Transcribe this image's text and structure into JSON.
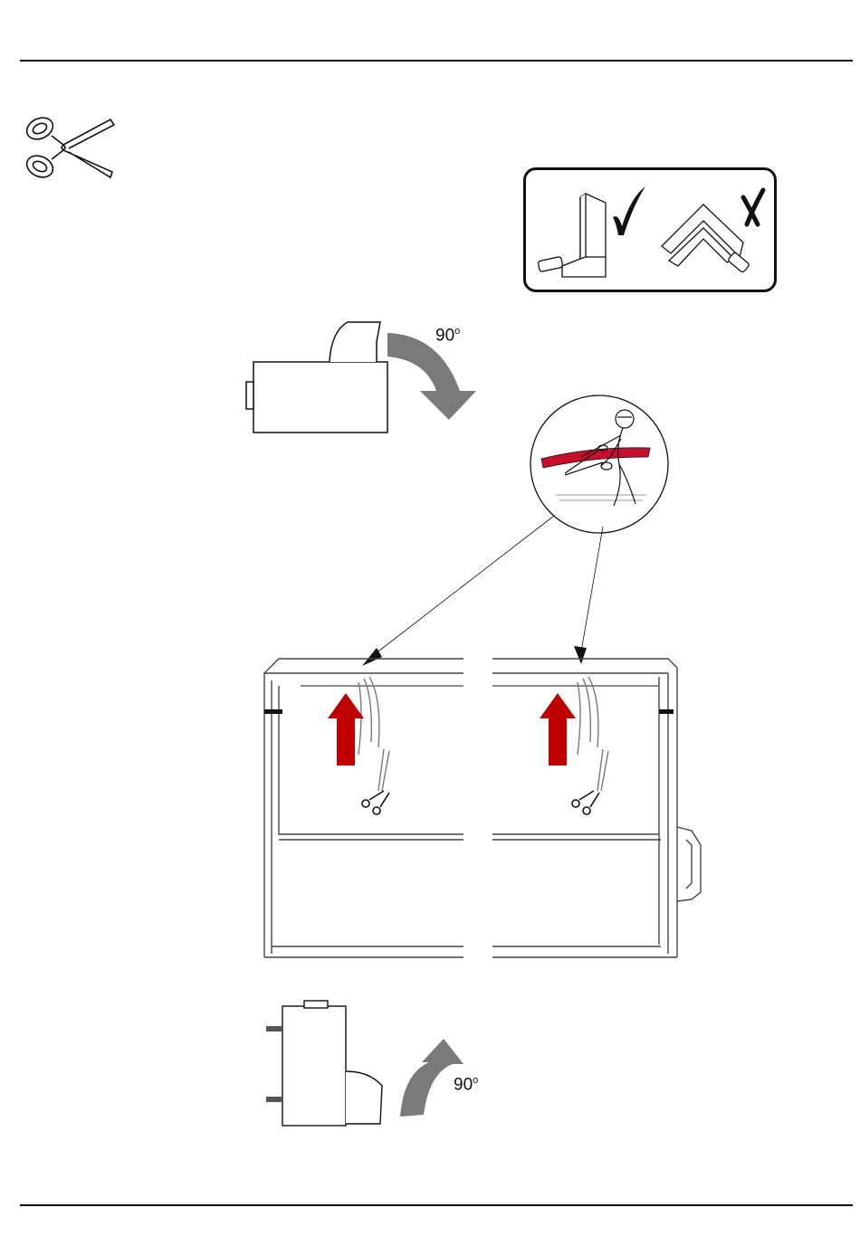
{
  "labels": {
    "rotate_top": "90",
    "rotate_top_unit": "o",
    "rotate_bottom": "90",
    "rotate_bottom_unit": "o"
  },
  "icons": {
    "cut": "scissors-icon",
    "correct": "check-mark-icon",
    "incorrect": "x-mark-icon",
    "rotate_cw": "rotate-clockwise-arrow-icon",
    "rotate_ccw": "rotate-counterclockwise-arrow-icon",
    "lift": "up-arrow-icon"
  },
  "colors": {
    "lift_arrow": "#c00000",
    "rotate_arrow": "#7a7a7a",
    "strap": "#c8102e",
    "line": "#111111"
  }
}
